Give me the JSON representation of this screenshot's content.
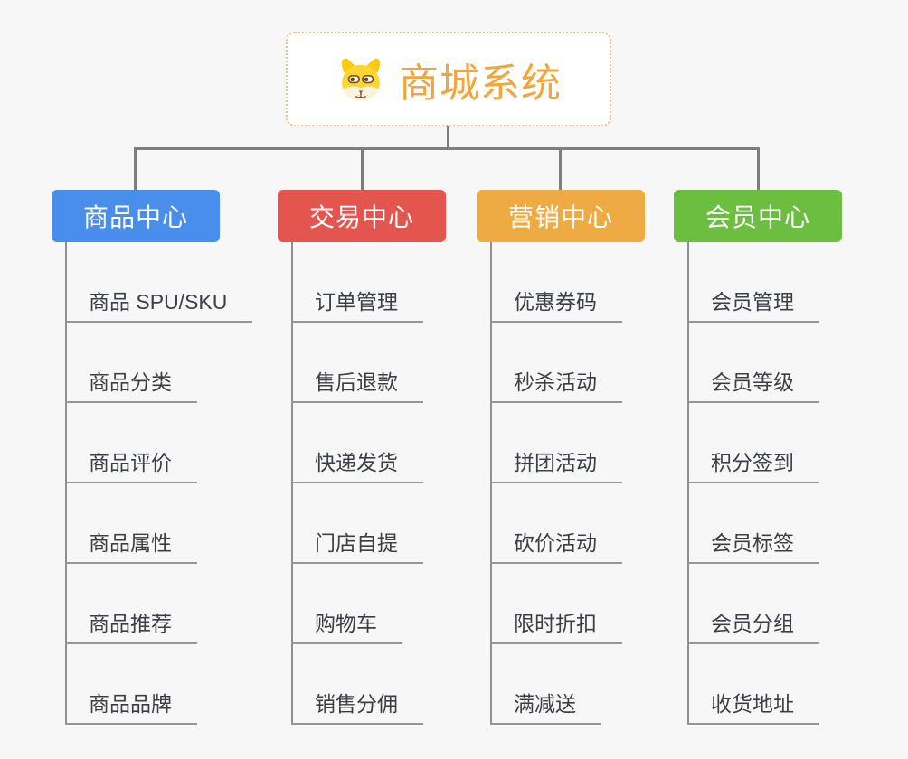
{
  "background_color": "#F7F7F7",
  "connector_color": "#7E7E7E",
  "node_line_color": "#969696",
  "root": {
    "title": "商城系统",
    "icon": "dog-face-icon",
    "title_color": "#F0A63C",
    "border_color": "#F1C27D"
  },
  "branches": [
    {
      "label": "商品中心",
      "color": "#4A8EEB",
      "children": [
        "商品 SPU/SKU",
        "商品分类",
        "商品评价",
        "商品属性",
        "商品推荐",
        "商品品牌"
      ]
    },
    {
      "label": "交易中心",
      "color": "#E4554F",
      "children": [
        "订单管理",
        "售后退款",
        "快递发货",
        "门店自提",
        "购物车",
        "销售分佣"
      ]
    },
    {
      "label": "营销中心",
      "color": "#EFAB43",
      "children": [
        "优惠券码",
        "秒杀活动",
        "拼团活动",
        "砍价活动",
        "限时折扣",
        "满减送"
      ]
    },
    {
      "label": "会员中心",
      "color": "#6CBE41",
      "children": [
        "会员管理",
        "会员等级",
        "积分签到",
        "会员标签",
        "会员分组",
        "收货地址"
      ]
    }
  ]
}
